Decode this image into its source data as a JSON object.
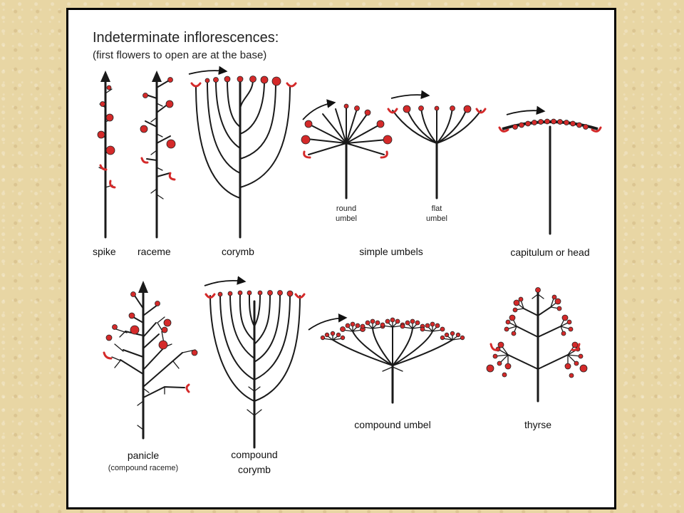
{
  "title": "Indeterminate inflorescences:",
  "subtitle": "(first flowers to open are at the base)",
  "labels": {
    "spike": "spike",
    "raceme": "raceme",
    "corymb": "corymb",
    "simple_umbels": "simple umbels",
    "round_umbel_line1": "round",
    "round_umbel_line2": "umbel",
    "flat_umbel_line1": "flat",
    "flat_umbel_line2": "umbel",
    "capitulum": "capitulum or head",
    "panicle": "panicle",
    "panicle_note": "(compound raceme)",
    "compound_corymb_line1": "compound",
    "compound_corymb_line2": "corymb",
    "compound_umbel": "compound umbel",
    "thyrse": "thyrse"
  },
  "colors": {
    "flower": "#d42a2a",
    "stem": "#1a1a1a",
    "background": "#e8d6a4"
  }
}
